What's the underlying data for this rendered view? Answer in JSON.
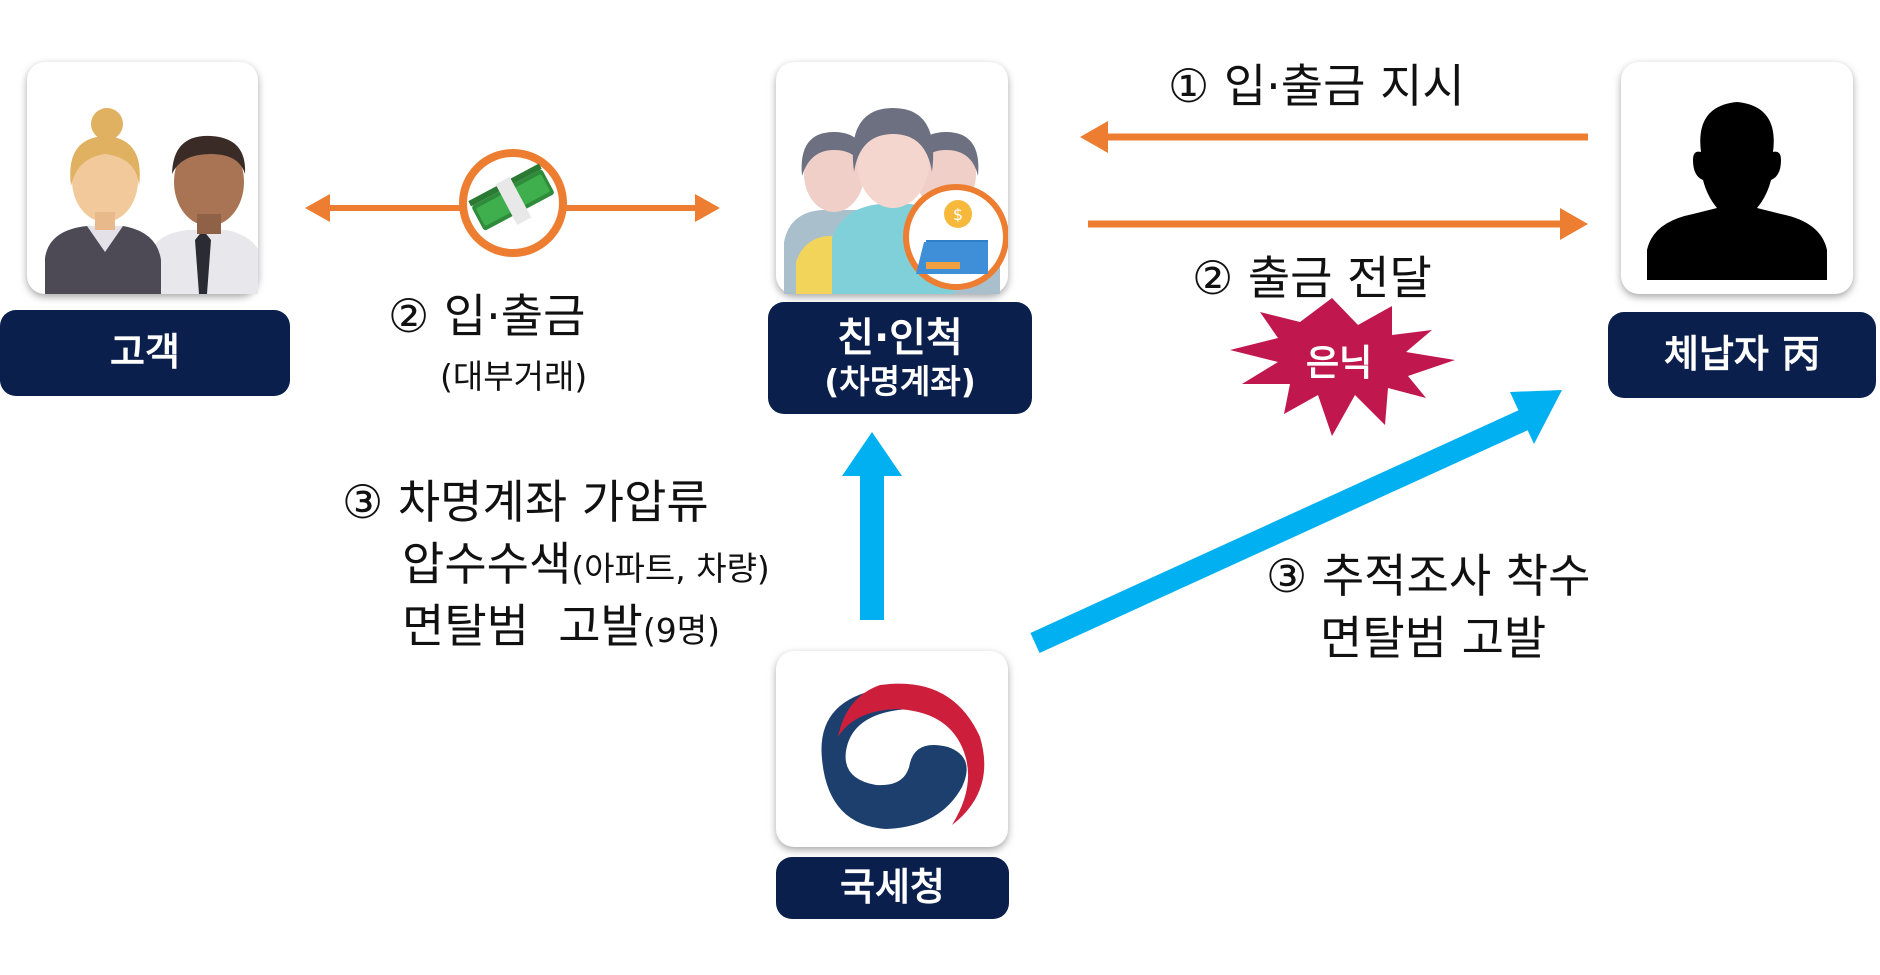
{
  "nodes": {
    "customer": {
      "label": "고객"
    },
    "relatives": {
      "label": "친·인척",
      "sublabel": "(차명계좌)"
    },
    "delinquent": {
      "label": "체납자 丙"
    },
    "nts": {
      "label": "국세청"
    }
  },
  "edges": {
    "deposit": {
      "label": "② 입·출금",
      "sublabel": "(대부거래)"
    },
    "instruction": {
      "label": "① 입·출금 지시"
    },
    "withdraw": {
      "label": "② 출금 전달"
    },
    "conceal": {
      "label": "은닉"
    },
    "action_left": {
      "line1": "③ 차명계좌 가압류",
      "line2_main": "압수수색",
      "line2_small": "(아파트, 차량)",
      "line3_main": "면탈범  고발",
      "line3_small": "(9명)"
    },
    "action_right": {
      "line1": "③ 추적조사 착수",
      "line2": "면탈범 고발"
    }
  },
  "colors": {
    "navy": "#0b1f4d",
    "orange": "#ed7d31",
    "blue": "#00b0f0",
    "burst": "#c0174e"
  },
  "icons": {
    "customer": "people-icon",
    "relatives": "family-coin-icon",
    "delinquent": "silhouette-icon",
    "nts": "taegeuk-logo",
    "money": "cash-icon"
  }
}
